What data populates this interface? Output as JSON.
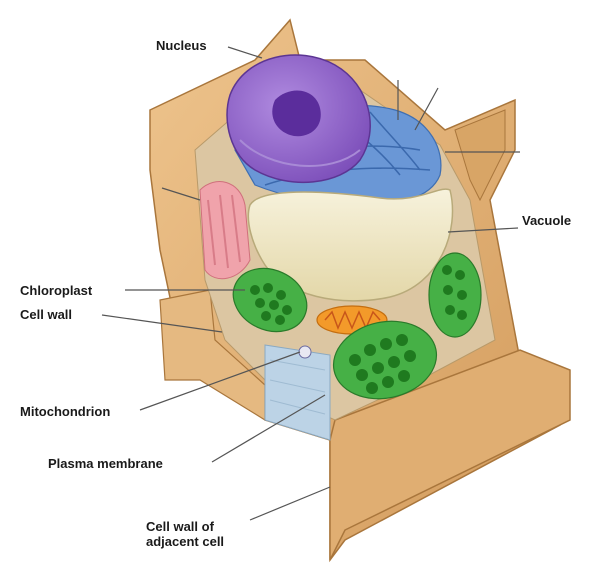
{
  "labels": {
    "nucleus": "Nucleus",
    "vacuole": "Vacuole",
    "chloroplast": "Chloroplast",
    "cell_wall": "Cell wall",
    "mitochondrion": "Mitochondrion",
    "plasma_membrane": "Plasma membrane",
    "cell_wall_adjacent_line1": "Cell wall of",
    "cell_wall_adjacent_line2": "adjacent cell"
  },
  "colors": {
    "cell_wall": "#e2b57a",
    "cell_wall_dark": "#c7904f",
    "cytoplasm": "#ddc7a4",
    "nucleus": "#8d62c4",
    "nucleolus": "#5b2d9c",
    "endoplasmic_reticulum": "#5f8fd0",
    "golgi": "#f0a0a8",
    "vacuole": "#efe8c6",
    "chloroplast": "#3ea83a",
    "chloroplast_grana": "#1f7a1f",
    "mitochondrion": "#f39a2a",
    "plasma_membrane": "#b9cfe0",
    "leader_line": "#555555"
  }
}
